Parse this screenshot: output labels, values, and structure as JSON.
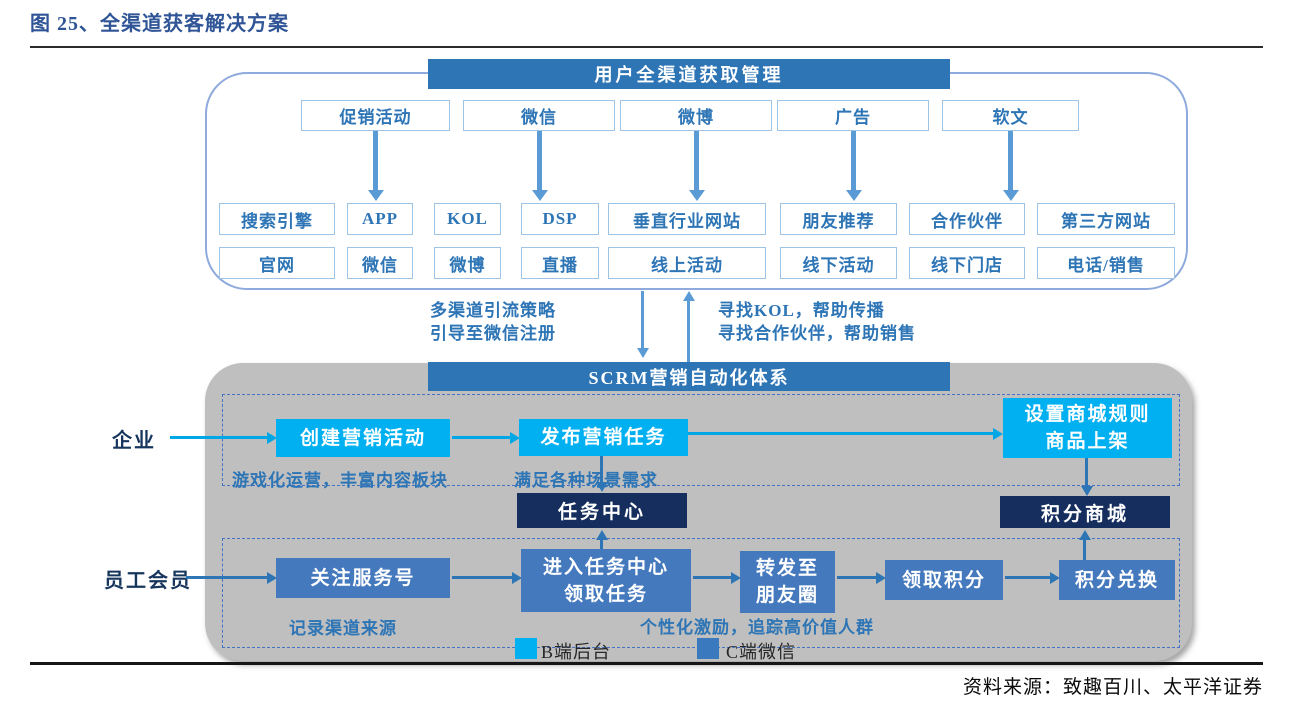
{
  "title": "图 25、全渠道获客解决方案",
  "source": "资料来源：致趣百川、太平洋证券",
  "acquisition": {
    "header": "用户全渠道获取管理",
    "channels": [
      "促销活动",
      "微信",
      "微博",
      "广告",
      "软文"
    ],
    "methods_row1": [
      "搜索引擎",
      "APP",
      "KOL",
      "DSP",
      "垂直行业网站",
      "朋友推荐",
      "合作伙伴",
      "第三方网站"
    ],
    "methods_row2": [
      "官网",
      "微信",
      "微博",
      "直播",
      "线上活动",
      "线下活动",
      "线下门店",
      "电话/销售"
    ]
  },
  "bridge": {
    "left_note_line1": "多渠道引流策略",
    "left_note_line2": "引导至微信注册",
    "right_note_line1": "寻找KOL，帮助传播",
    "right_note_line2": "寻找合作伙伴，帮助销售"
  },
  "scrm": {
    "header": "SCRM营销自动化体系",
    "enterprise_label": "企业",
    "create_campaign": "创建营销活动",
    "publish_task": "发布营销任务",
    "mall_setup_line1": "设置商城规则",
    "mall_setup_line2": "商品上架",
    "note_gamification": "游戏化运营，丰富内容板块",
    "note_scenarios": "满足各种场景需求",
    "task_center": "任务中心",
    "points_mall": "积分商城",
    "member_label": "员工会员",
    "follow_account": "关注服务号",
    "enter_task_line1": "进入任务中心",
    "enter_task_line2": "领取任务",
    "share_line1": "转发至",
    "share_line2": "朋友圈",
    "claim_points": "领取积分",
    "redeem_points": "积分兑换",
    "note_channel_source": "记录渠道来源",
    "note_incentive": "个性化激励，追踪高价值人群"
  },
  "legend": {
    "b_side": "B端后台",
    "c_side": "C端微信"
  },
  "colors": {
    "header_blue": "#2E75B6",
    "cyan": "#00B0F0",
    "mid_blue": "#4579BD",
    "navy": "#152E5E",
    "light_arrow": "#5B9BD5",
    "panel_gray": "#BFBFBF"
  }
}
